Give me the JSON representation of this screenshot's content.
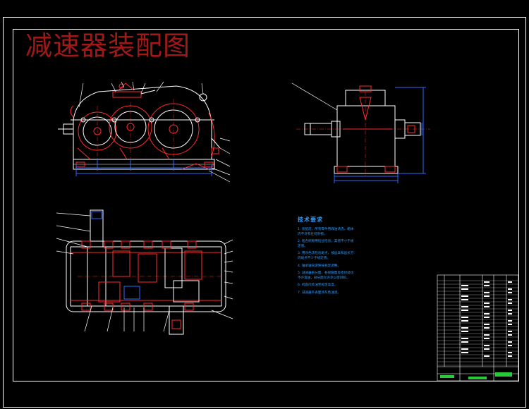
{
  "drawing": {
    "title": "减速器装配图"
  },
  "tech_requirements": {
    "heading": "技术要求",
    "items": [
      "1. 装配前，所有零件用煤油清洗，箱体内不许有任何杂物。",
      "2. 啮合侧隙用铅丝检验，其值不小于规定值。",
      "3. 用涂色法检验斑点，按齿高和齿长方向斑点不少于规定值。",
      "4. 轴承轴向游隙按规定调整。",
      "5. 减速器剖分面、各接触面及密封处均不许漏油，剖分面允许涂以密封胶。",
      "6. 机座内装油至规定高度。",
      "7. 减速器外表面涂灰色油漆。"
    ]
  },
  "colors": {
    "background": "#000000",
    "frame": "#ffffff",
    "outline": "#ffffff",
    "section_red": "#ff2a2a",
    "dimension_blue": "#2f6bff",
    "text_blue": "#2f9bff",
    "title_red": "#a01818",
    "table_green": "#29c93a"
  }
}
